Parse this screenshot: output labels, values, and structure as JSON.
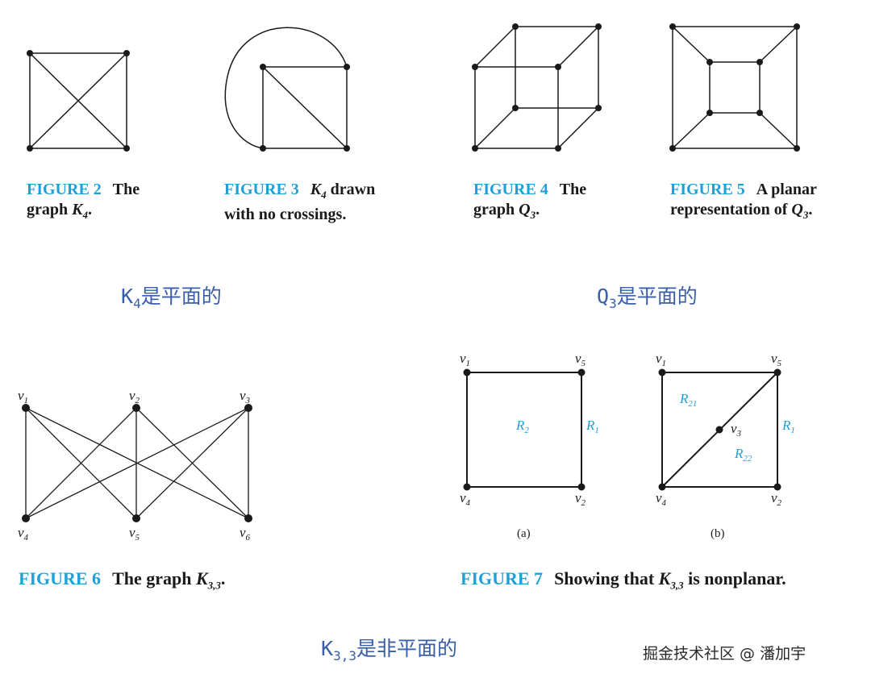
{
  "captions": {
    "fig2": {
      "number": "FIGURE 2",
      "text": "The",
      "line2": "graph",
      "math": "K",
      "sub": "4",
      "tail": "."
    },
    "fig3": {
      "number": "FIGURE 3",
      "math": "K",
      "sub": "4",
      "text": "drawn",
      "line2": "with no crossings."
    },
    "fig4": {
      "number": "FIGURE 4",
      "text": "The",
      "line2": "graph",
      "math": "Q",
      "sub": "3",
      "tail": "."
    },
    "fig5": {
      "number": "FIGURE 5",
      "text": "A planar",
      "line2": "representation of",
      "math": "Q",
      "sub": "3",
      "tail": "."
    },
    "fig6": {
      "number": "FIGURE 6",
      "text": "The graph",
      "math": "K",
      "sub": "3,3",
      "tail": "."
    },
    "fig7": {
      "number": "FIGURE 7",
      "text": "Showing that",
      "math": "K",
      "sub": "3,3",
      "tail": "is nonplanar."
    }
  },
  "notes": {
    "k4": {
      "base": "K",
      "sub": "4",
      "text": "是平面的"
    },
    "q3": {
      "base": "Q",
      "sub": "3",
      "text": "是平面的"
    },
    "k33": {
      "base": "K",
      "sub": "3,3",
      "text": "是非平面的"
    }
  },
  "fig6_labels": [
    "v1",
    "v2",
    "v3",
    "v4",
    "v5",
    "v6"
  ],
  "fig7": {
    "a_label": "(a)",
    "b_label": "(b)",
    "vertex_labels": [
      "v1",
      "v5",
      "v4",
      "v2",
      "v3"
    ],
    "regions_a": [
      "R2",
      "R1"
    ],
    "regions_b": [
      "R21",
      "R1",
      "R22"
    ]
  },
  "colors": {
    "accent": "#1fa0d8",
    "note": "#3a5fa8",
    "ink": "#1a1a1a"
  },
  "watermark": "掘金技术社区 @ 潘加宇"
}
